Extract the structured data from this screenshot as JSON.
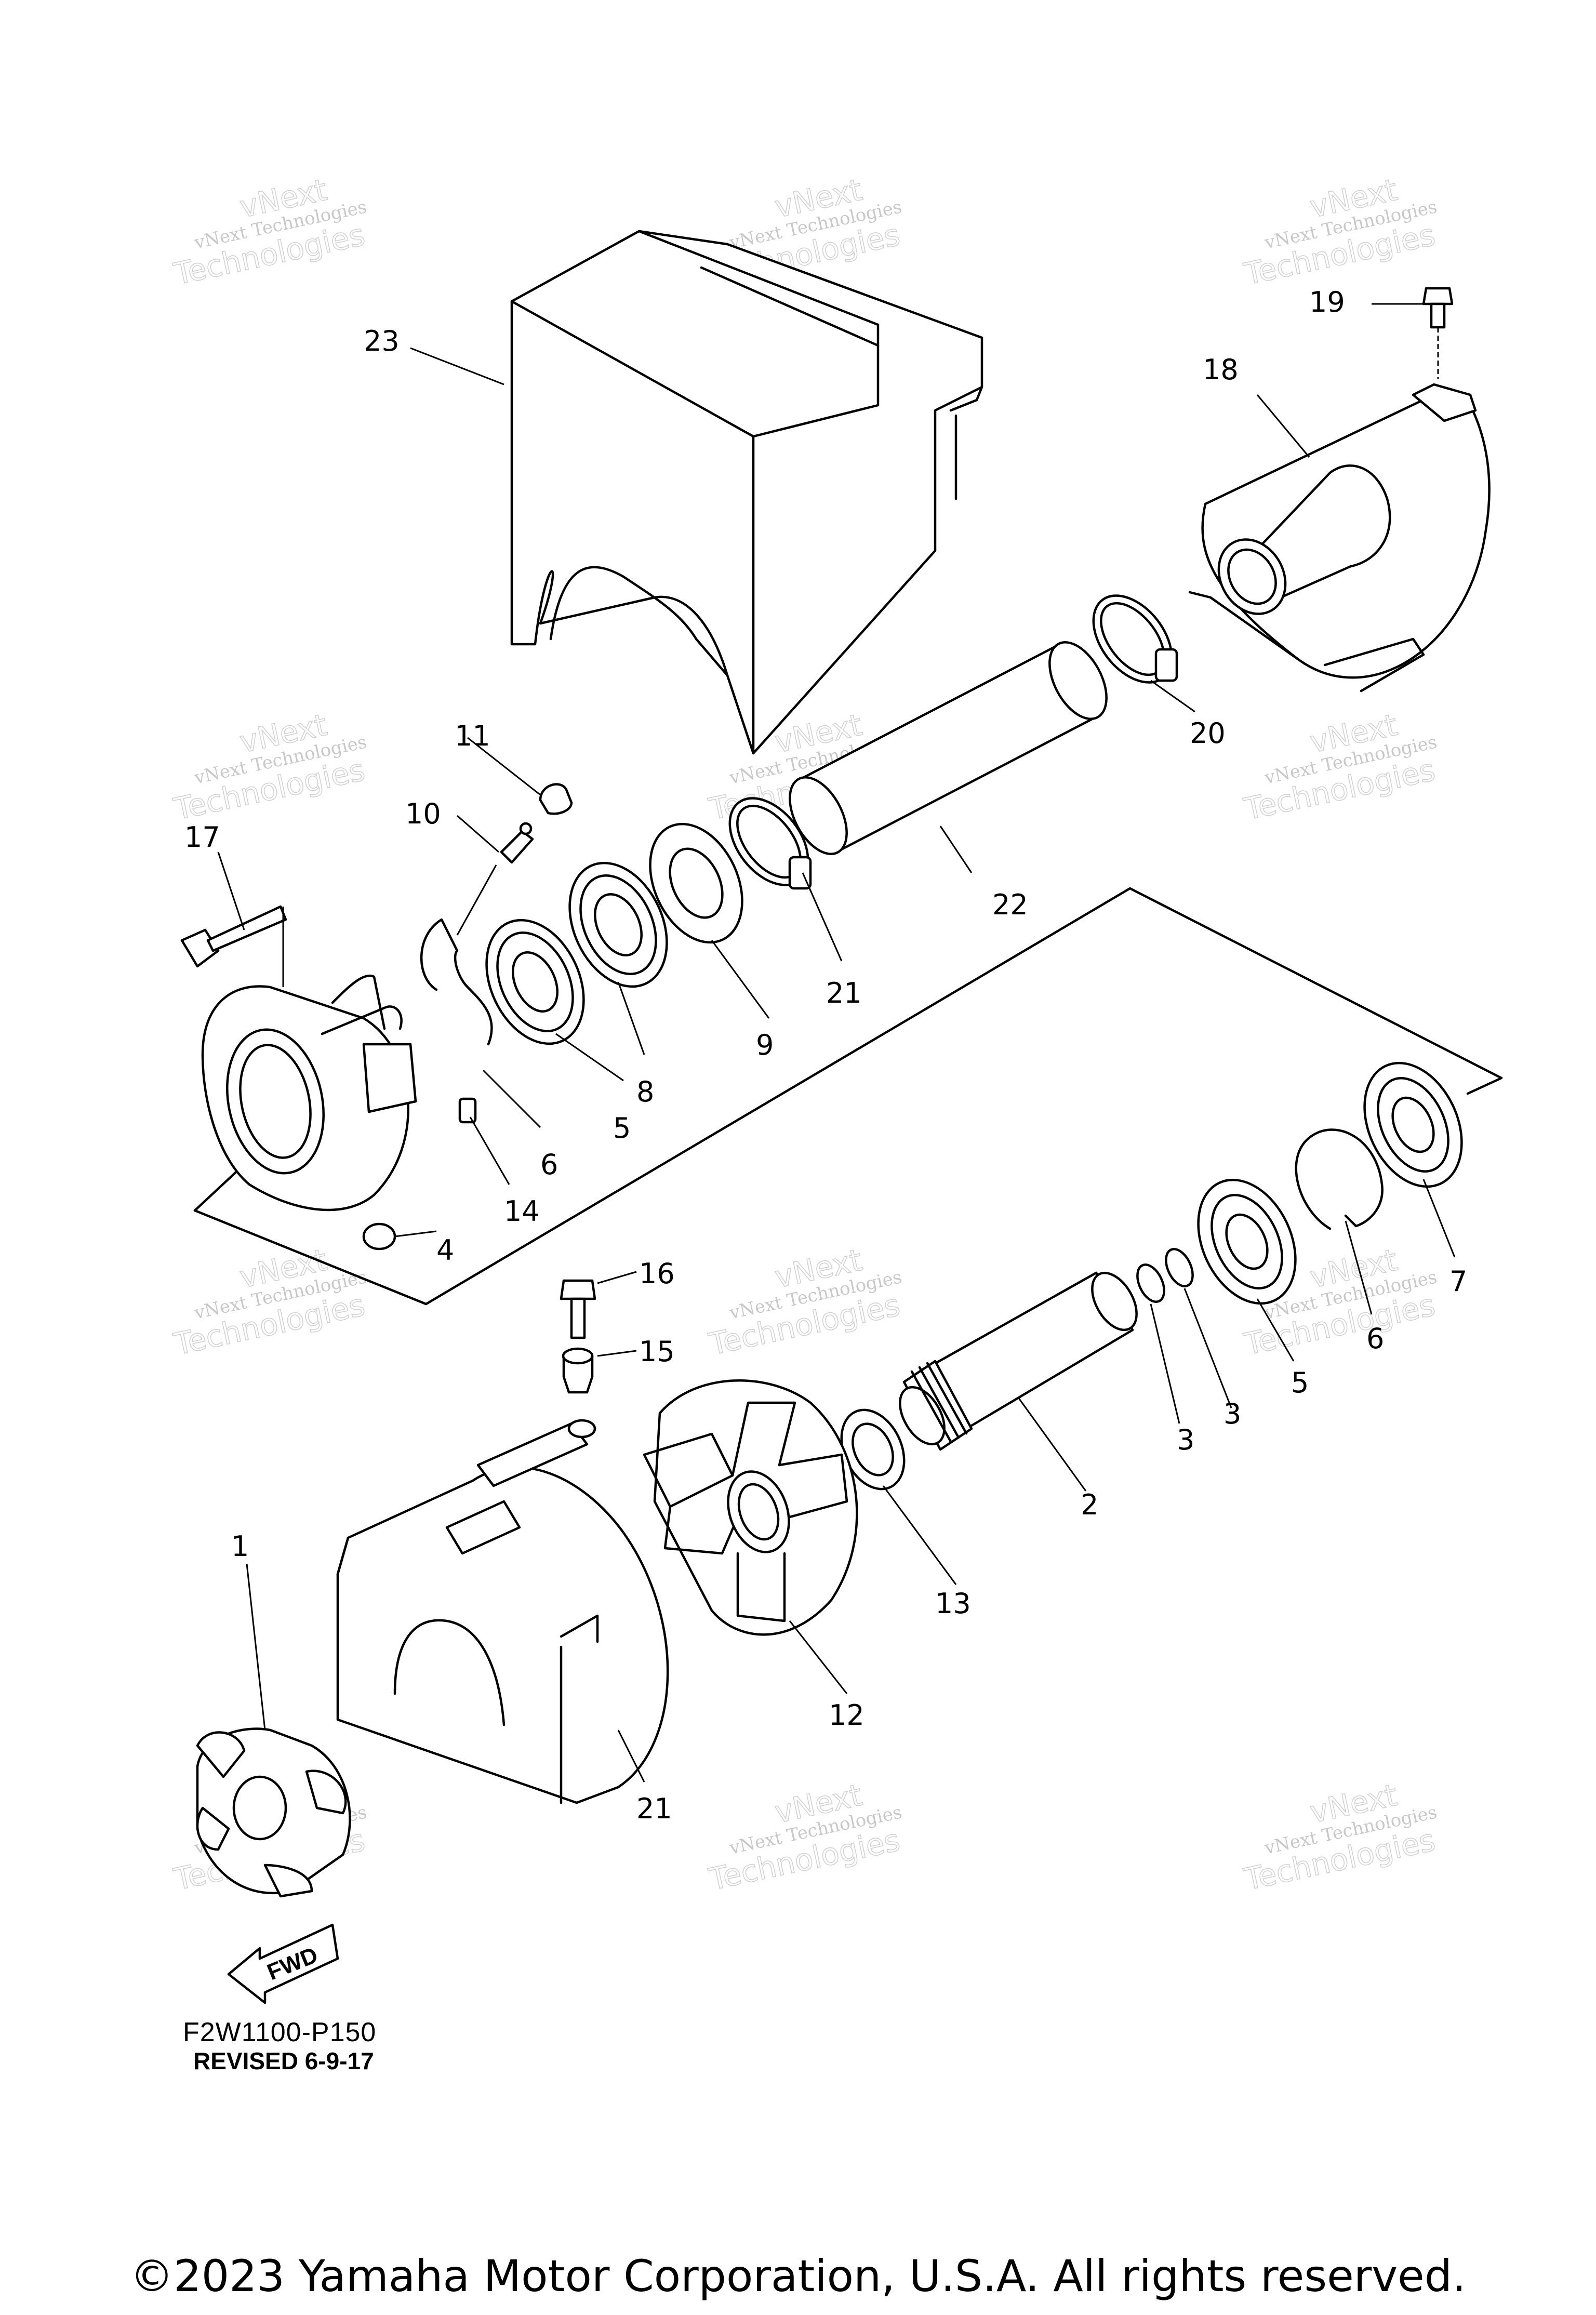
{
  "diagram": {
    "code": "F2W1100-P150",
    "revision": "REVISED 6-9-17",
    "copyright": "©2023 Yamaha Motor Corporation, U.S.A. All rights reserved.",
    "direction_arrow": "FWD",
    "watermark": {
      "line1": "vNext",
      "line2": "vNext Technologies",
      "line3": "Technologies"
    },
    "callouts": [
      "1",
      "2",
      "3",
      "3",
      "4",
      "5",
      "5",
      "6",
      "6",
      "7",
      "8",
      "9",
      "10",
      "11",
      "12",
      "13",
      "14",
      "15",
      "16",
      "17",
      "18",
      "19",
      "20",
      "21",
      "21",
      "22",
      "23"
    ]
  }
}
